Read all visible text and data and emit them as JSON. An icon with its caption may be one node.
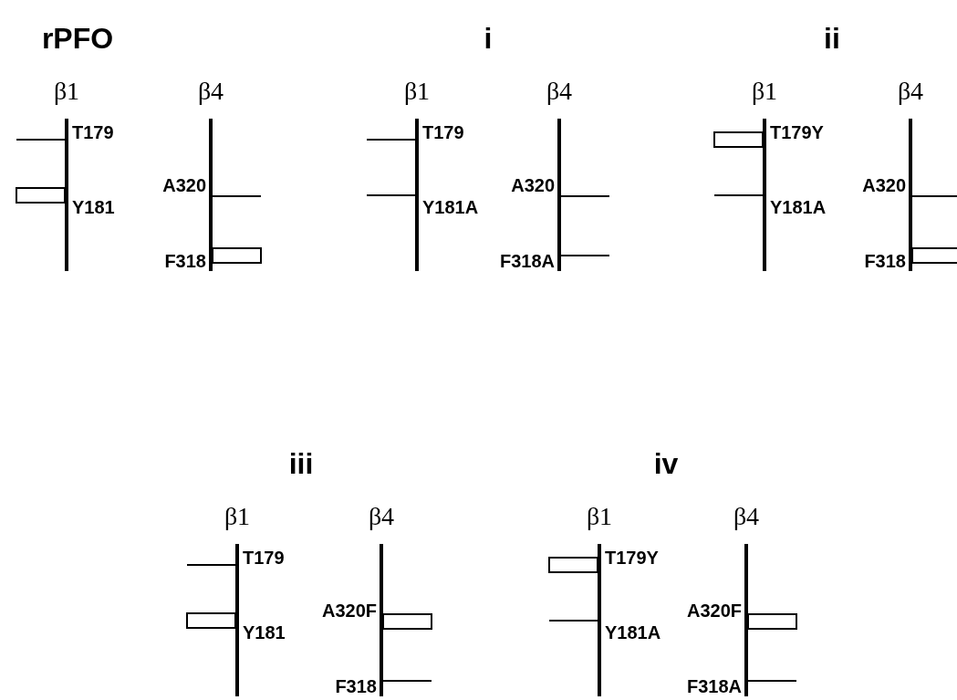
{
  "diagram": {
    "labels": [
      "rPFO",
      "β1",
      "β4",
      "T179",
      "Y181",
      "A320",
      "F318",
      "i",
      "β1",
      "β4",
      "T179",
      "Y181A",
      "A320",
      "F318A",
      "ii",
      "β1",
      "β4",
      "T179Y",
      "Y181A",
      "A320",
      "F318",
      "iii",
      "β1",
      "β4",
      "T179",
      "Y181",
      "A320F",
      "F318",
      "iv",
      "β1",
      "β4",
      "T179Y",
      "Y181A",
      "A320F",
      "F318A"
    ]
  }
}
